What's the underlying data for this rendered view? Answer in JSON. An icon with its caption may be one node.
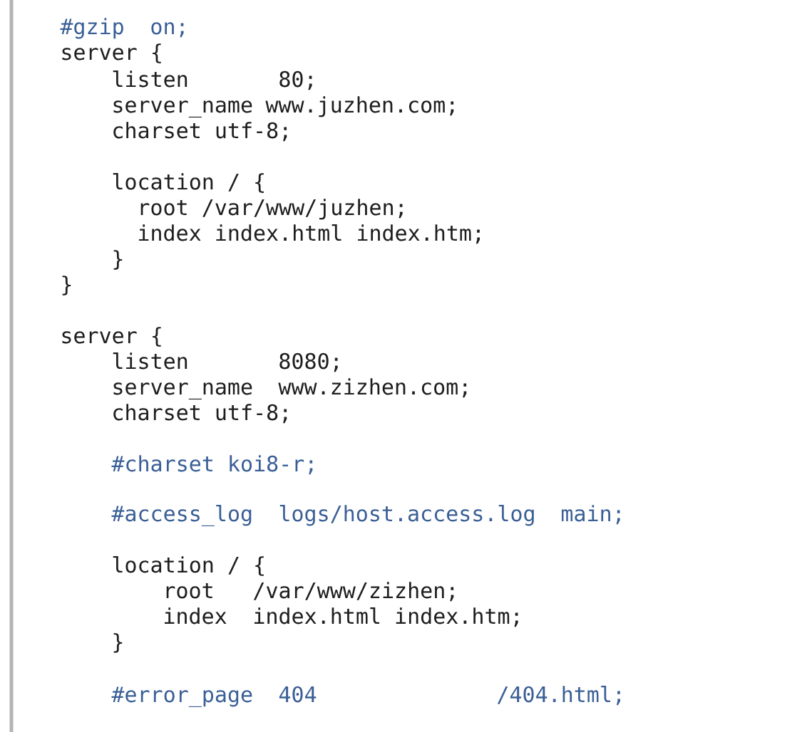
{
  "diagram": {
    "labels": [
      "#gzip",
      "on;",
      "server {",
      "listen",
      "80;",
      "server_name",
      "www.juzhen.com;",
      "charset utf-8;",
      "location / {",
      "root /var/www/juzhen;",
      "index index.html index.htm;",
      "}",
      "}",
      "server {",
      "listen",
      "8080;",
      "server_name",
      "www.zizhen.com;",
      "charset utf-8;",
      "#charset koi8-r;",
      "#access_log",
      "logs/host.access.log",
      "main;",
      "location / {",
      "root",
      "/var/www/zizhen;",
      "index",
      "index.html index.htm;",
      "}",
      "#error_page",
      "404",
      "/404.html;"
    ]
  }
}
